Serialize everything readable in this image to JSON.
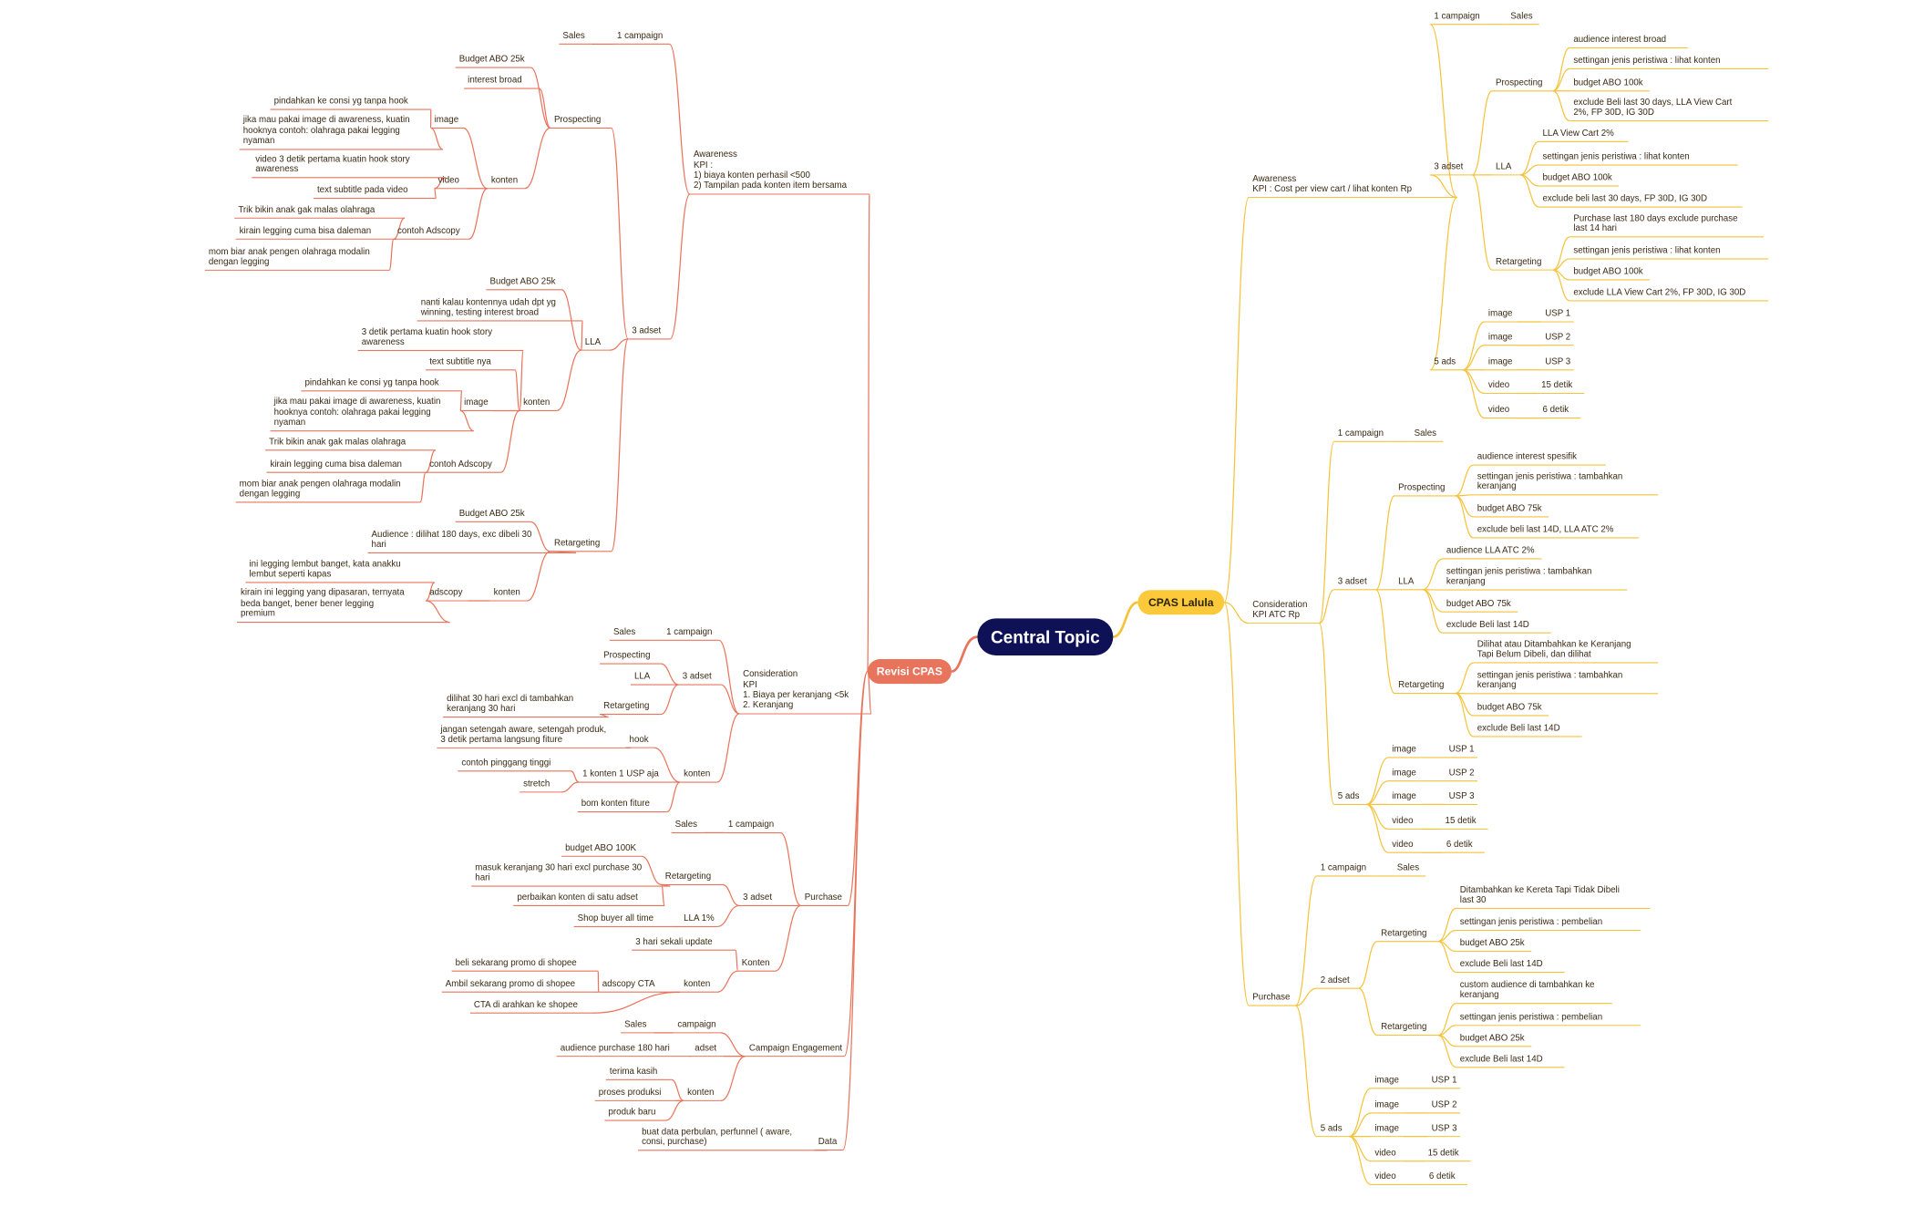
{
  "central": "Central Topic",
  "left_title": "Revisi CPAS",
  "right_title": "CPAS Lalula",
  "colors": {
    "left": "#e8745c",
    "right": "#f5c23a",
    "central": "#0f1157"
  },
  "left_nodes": [
    {
      "id": "L_aw",
      "text": "Awareness\nKPI :\n1) biaya konten perhasil <500\n2) Tampilan pada konten item bersama",
      "parent": "root"
    },
    {
      "id": "L_aw_c",
      "text": "1 campaign",
      "parent": "L_aw"
    },
    {
      "id": "L_aw_c_s",
      "text": "Sales",
      "parent": "L_aw_c"
    },
    {
      "id": "L_aw_a",
      "text": "3 adset",
      "parent": "L_aw"
    },
    {
      "id": "L_p",
      "text": "Prospecting",
      "parent": "L_aw_a"
    },
    {
      "id": "L_p_b",
      "text": "Budget ABO 25k",
      "parent": "L_p"
    },
    {
      "id": "L_p_i",
      "text": "interest broad",
      "parent": "L_p"
    },
    {
      "id": "L_p_k",
      "text": "konten",
      "parent": "L_p"
    },
    {
      "id": "L_p_k_img",
      "text": "image",
      "parent": "L_p_k"
    },
    {
      "id": "L_p_k_img_1",
      "text": "pindahkan ke consi yg tanpa hook",
      "parent": "L_p_k_img"
    },
    {
      "id": "L_p_k_img_2",
      "text": "jika mau pakai image di awareness, kuatin\nhooknya contoh: olahraga pakai legging\nnyaman",
      "parent": "L_p_k_img"
    },
    {
      "id": "L_p_k_vid",
      "text": "video",
      "parent": "L_p_k"
    },
    {
      "id": "L_p_k_vid_1",
      "text": "video 3 detik pertama kuatin hook story\nawareness",
      "parent": "L_p_k_vid"
    },
    {
      "id": "L_p_k_vid_2",
      "text": "text subtitle pada video",
      "parent": "L_p_k_vid"
    },
    {
      "id": "L_p_k_ac",
      "text": "contoh Adscopy",
      "parent": "L_p_k"
    },
    {
      "id": "L_p_k_ac_1",
      "text": "Trik bikin anak gak malas olahraga",
      "parent": "L_p_k_ac"
    },
    {
      "id": "L_p_k_ac_2",
      "text": "kirain legging cuma bisa daleman",
      "parent": "L_p_k_ac"
    },
    {
      "id": "L_p_k_ac_3",
      "text": "mom biar anak pengen olahraga modalin\ndengan legging",
      "parent": "L_p_k_ac"
    },
    {
      "id": "L_l",
      "text": "LLA",
      "parent": "L_aw_a"
    },
    {
      "id": "L_l_b",
      "text": "Budget ABO 25k",
      "parent": "L_l"
    },
    {
      "id": "L_l_n",
      "text": "nanti kalau kontennya udah dpt yg\nwinning, testing interest broad",
      "parent": "L_l"
    },
    {
      "id": "L_l_k",
      "text": "konten",
      "parent": "L_l"
    },
    {
      "id": "L_l_k_1",
      "text": "3 detik pertama kuatin hook story\nawareness",
      "parent": "L_l_k"
    },
    {
      "id": "L_l_k_2",
      "text": "text subtitle nya",
      "parent": "L_l_k"
    },
    {
      "id": "L_l_k_img",
      "text": "image",
      "parent": "L_l_k"
    },
    {
      "id": "L_l_k_img_1",
      "text": "pindahkan ke consi yg tanpa hook",
      "parent": "L_l_k_img"
    },
    {
      "id": "L_l_k_img_2",
      "text": "jika mau pakai image di awareness, kuatin\nhooknya contoh: olahraga pakai legging\nnyaman",
      "parent": "L_l_k_img"
    },
    {
      "id": "L_l_k_ac",
      "text": "contoh Adscopy",
      "parent": "L_l_k"
    },
    {
      "id": "L_l_k_ac_1",
      "text": "Trik bikin anak gak malas olahraga",
      "parent": "L_l_k_ac"
    },
    {
      "id": "L_l_k_ac_2",
      "text": "kirain legging cuma bisa daleman",
      "parent": "L_l_k_ac"
    },
    {
      "id": "L_l_k_ac_3",
      "text": "mom biar anak pengen olahraga modalin\ndengan legging",
      "parent": "L_l_k_ac"
    },
    {
      "id": "L_r",
      "text": "Retargeting",
      "parent": "L_aw_a"
    },
    {
      "id": "L_r_b",
      "text": "Budget ABO 25k",
      "parent": "L_r"
    },
    {
      "id": "L_r_a",
      "text": "Audience : dilihat 180 days, exc dibeli 30\nhari",
      "parent": "L_r"
    },
    {
      "id": "L_r_k",
      "text": "konten",
      "parent": "L_r"
    },
    {
      "id": "L_r_k_ad",
      "text": "adscopy",
      "parent": "L_r_k"
    },
    {
      "id": "L_r_k_ad_1",
      "text": "ini legging lembut banget, kata anakku\nlembut seperti kapas",
      "parent": "L_r_k_ad"
    },
    {
      "id": "L_r_k_ad_2",
      "text": "kirain ini legging yang dipasaran, ternyata\nbeda banget, bener bener legging\npremium",
      "parent": "L_r_k_ad"
    },
    {
      "id": "L_cons",
      "text": "Consideration\nKPI\n1. Biaya per keranjang <5k\n2. Keranjang",
      "parent": "root"
    },
    {
      "id": "L_cons_c",
      "text": "1 campaign",
      "parent": "L_cons"
    },
    {
      "id": "L_cons_c_s",
      "text": "Sales",
      "parent": "L_cons_c"
    },
    {
      "id": "L_cons_a",
      "text": "3 adset",
      "parent": "L_cons"
    },
    {
      "id": "L_cons_a_1",
      "text": "Prospecting",
      "parent": "L_cons_a"
    },
    {
      "id": "L_cons_a_2",
      "text": "LLA",
      "parent": "L_cons_a"
    },
    {
      "id": "L_cons_a_3",
      "text": "Retargeting",
      "parent": "L_cons_a"
    },
    {
      "id": "L_cons_a_3_1",
      "text": "dilihat 30 hari excl di tambahkan\nkeranjang 30 hari",
      "parent": "L_cons_a_3"
    },
    {
      "id": "L_cons_k",
      "text": "konten",
      "parent": "L_cons"
    },
    {
      "id": "L_cons_k_h",
      "text": "hook",
      "parent": "L_cons_k"
    },
    {
      "id": "L_cons_k_h_1",
      "text": "jangan setengah aware, setengah produk,\n3 detik pertama langsung fiture",
      "parent": "L_cons_k_h"
    },
    {
      "id": "L_cons_k_u",
      "text": "1 konten 1 USP aja",
      "parent": "L_cons_k"
    },
    {
      "id": "L_cons_k_u_1",
      "text": "contoh pinggang tinggi",
      "parent": "L_cons_k_u"
    },
    {
      "id": "L_cons_k_u_2",
      "text": "stretch",
      "parent": "L_cons_k_u"
    },
    {
      "id": "L_cons_k_b",
      "text": "bom konten fiture",
      "parent": "L_cons_k"
    },
    {
      "id": "L_pur",
      "text": "Purchase",
      "parent": "root"
    },
    {
      "id": "L_pur_c",
      "text": "1 campaign",
      "parent": "L_pur"
    },
    {
      "id": "L_pur_c_s",
      "text": "Sales",
      "parent": "L_pur_c"
    },
    {
      "id": "L_pur_a",
      "text": "3 adset",
      "parent": "L_pur"
    },
    {
      "id": "L_pur_r",
      "text": "Retargeting",
      "parent": "L_pur_a"
    },
    {
      "id": "L_pur_r_1",
      "text": "budget ABO 100K",
      "parent": "L_pur_r"
    },
    {
      "id": "L_pur_r_2",
      "text": "masuk keranjang 30 hari excl purchase 30\nhari",
      "parent": "L_pur_r"
    },
    {
      "id": "L_pur_r_3",
      "text": "perbaikan konten di satu adset",
      "parent": "L_pur_r"
    },
    {
      "id": "L_pur_l",
      "text": "LLA 1%",
      "parent": "L_pur_a"
    },
    {
      "id": "L_pur_l_1",
      "text": "Shop buyer all time",
      "parent": "L_pur_l"
    },
    {
      "id": "L_pur_k",
      "text": "Konten",
      "parent": "L_pur"
    },
    {
      "id": "L_pur_k_1",
      "text": "3 hari sekali update",
      "parent": "L_pur_k"
    },
    {
      "id": "L_pur_k_k",
      "text": "konten",
      "parent": "L_pur_k"
    },
    {
      "id": "L_pur_k_k_a",
      "text": "adscopy CTA",
      "parent": "L_pur_k_k"
    },
    {
      "id": "L_pur_k_k_a_1",
      "text": "beli sekarang promo di shopee",
      "parent": "L_pur_k_k_a"
    },
    {
      "id": "L_pur_k_k_a_2",
      "text": "Ambil sekarang promo di shopee",
      "parent": "L_pur_k_k_a"
    },
    {
      "id": "L_pur_k_k_3",
      "text": "CTA di arahkan ke shopee",
      "parent": "L_pur_k_k"
    },
    {
      "id": "L_ce",
      "text": "Campaign Engagement",
      "parent": "root"
    },
    {
      "id": "L_ce_c",
      "text": "campaign",
      "parent": "L_ce"
    },
    {
      "id": "L_ce_c_s",
      "text": "Sales",
      "parent": "L_ce_c"
    },
    {
      "id": "L_ce_a",
      "text": "adset",
      "parent": "L_ce"
    },
    {
      "id": "L_ce_a_1",
      "text": "audience purchase 180 hari",
      "parent": "L_ce_a"
    },
    {
      "id": "L_ce_k",
      "text": "konten",
      "parent": "L_ce"
    },
    {
      "id": "L_ce_k_1",
      "text": "terima kasih",
      "parent": "L_ce_k"
    },
    {
      "id": "L_ce_k_2",
      "text": "proses produksi",
      "parent": "L_ce_k"
    },
    {
      "id": "L_ce_k_3",
      "text": "produk baru",
      "parent": "L_ce_k"
    },
    {
      "id": "L_data",
      "text": "Data",
      "parent": "root"
    },
    {
      "id": "L_data_1",
      "text": "buat data perbulan, perfunnel ( aware,\nconsi, purchase)",
      "parent": "L_data"
    }
  ],
  "right_nodes": [
    {
      "id": "R_aw",
      "text": "Awareness\nKPI : Cost per view cart / lihat konten Rp",
      "parent": "root"
    },
    {
      "id": "R_aw_c",
      "text": "1 campaign",
      "parent": "R_aw"
    },
    {
      "id": "R_aw_c_s",
      "text": "Sales",
      "parent": "R_aw_c"
    },
    {
      "id": "R_aw_a",
      "text": "3 adset",
      "parent": "R_aw"
    },
    {
      "id": "R_aw_p",
      "text": "Prospecting",
      "parent": "R_aw_a"
    },
    {
      "id": "R_aw_p_1",
      "text": "audience interest broad",
      "parent": "R_aw_p"
    },
    {
      "id": "R_aw_p_2",
      "text": "settingan jenis peristiwa : lihat konten",
      "parent": "R_aw_p"
    },
    {
      "id": "R_aw_p_3",
      "text": "budget ABO 100k",
      "parent": "R_aw_p"
    },
    {
      "id": "R_aw_p_4",
      "text": "exclude Beli last 30 days, LLA View Cart\n2%, FP 30D, IG 30D",
      "parent": "R_aw_p"
    },
    {
      "id": "R_aw_l",
      "text": "LLA",
      "parent": "R_aw_a"
    },
    {
      "id": "R_aw_l_1",
      "text": "LLA  View Cart 2%",
      "parent": "R_aw_l"
    },
    {
      "id": "R_aw_l_2",
      "text": "settingan jenis peristiwa : lihat konten",
      "parent": "R_aw_l"
    },
    {
      "id": "R_aw_l_3",
      "text": "budget ABO 100k",
      "parent": "R_aw_l"
    },
    {
      "id": "R_aw_l_4",
      "text": "exclude beli last 30 days, FP 30D, IG 30D",
      "parent": "R_aw_l"
    },
    {
      "id": "R_aw_r",
      "text": "Retargeting",
      "parent": "R_aw_a"
    },
    {
      "id": "R_aw_r_1",
      "text": "Purchase last 180 days exclude purchase\nlast 14 hari",
      "parent": "R_aw_r"
    },
    {
      "id": "R_aw_r_2",
      "text": "settingan jenis peristiwa : lihat konten",
      "parent": "R_aw_r"
    },
    {
      "id": "R_aw_r_3",
      "text": "budget ABO 100k",
      "parent": "R_aw_r"
    },
    {
      "id": "R_aw_r_4",
      "text": "exclude LLA View Cart 2%, FP 30D, IG 30D",
      "parent": "R_aw_r"
    },
    {
      "id": "R_aw_ads",
      "text": "5 ads",
      "parent": "R_aw"
    },
    {
      "id": "R_aw_ads_1",
      "text": "image",
      "parent": "R_aw_ads"
    },
    {
      "id": "R_aw_ads_1_v",
      "text": "USP 1",
      "parent": "R_aw_ads_1"
    },
    {
      "id": "R_aw_ads_2",
      "text": "image",
      "parent": "R_aw_ads"
    },
    {
      "id": "R_aw_ads_2_v",
      "text": "USP 2",
      "parent": "R_aw_ads_2"
    },
    {
      "id": "R_aw_ads_3",
      "text": "image",
      "parent": "R_aw_ads"
    },
    {
      "id": "R_aw_ads_3_v",
      "text": "USP 3",
      "parent": "R_aw_ads_3"
    },
    {
      "id": "R_aw_ads_4",
      "text": "video",
      "parent": "R_aw_ads"
    },
    {
      "id": "R_aw_ads_4_v",
      "text": "15 detik",
      "parent": "R_aw_ads_4"
    },
    {
      "id": "R_aw_ads_5",
      "text": "video",
      "parent": "R_aw_ads"
    },
    {
      "id": "R_aw_ads_5_v",
      "text": "6 detik",
      "parent": "R_aw_ads_5"
    },
    {
      "id": "R_co",
      "text": "Consideration\nKPI ATC Rp",
      "parent": "root"
    },
    {
      "id": "R_co_c",
      "text": "1 campaign",
      "parent": "R_co"
    },
    {
      "id": "R_co_c_s",
      "text": "Sales",
      "parent": "R_co_c"
    },
    {
      "id": "R_co_a",
      "text": "3 adset",
      "parent": "R_co"
    },
    {
      "id": "R_co_p",
      "text": "Prospecting",
      "parent": "R_co_a"
    },
    {
      "id": "R_co_p_1",
      "text": "audience interest spesifik",
      "parent": "R_co_p"
    },
    {
      "id": "R_co_p_2",
      "text": "settingan jenis peristiwa : tambahkan\nkeranjang",
      "parent": "R_co_p"
    },
    {
      "id": "R_co_p_3",
      "text": "budget ABO 75k",
      "parent": "R_co_p"
    },
    {
      "id": "R_co_p_4",
      "text": "exclude beli last 14D, LLA ATC 2%",
      "parent": "R_co_p"
    },
    {
      "id": "R_co_l",
      "text": "LLA",
      "parent": "R_co_a"
    },
    {
      "id": "R_co_l_1",
      "text": "audience LLA ATC 2%",
      "parent": "R_co_l"
    },
    {
      "id": "R_co_l_2",
      "text": "settingan jenis peristiwa : tambahkan\nkeranjang",
      "parent": "R_co_l"
    },
    {
      "id": "R_co_l_3",
      "text": "budget ABO 75k",
      "parent": "R_co_l"
    },
    {
      "id": "R_co_l_4",
      "text": "exclude Beli last 14D",
      "parent": "R_co_l"
    },
    {
      "id": "R_co_r",
      "text": "Retargeting",
      "parent": "R_co_a"
    },
    {
      "id": "R_co_r_1",
      "text": "Dilihat atau Ditambahkan ke Keranjang\nTapi Belum Dibeli, dan dilihat",
      "parent": "R_co_r"
    },
    {
      "id": "R_co_r_2",
      "text": "settingan jenis peristiwa : tambahkan\nkeranjang",
      "parent": "R_co_r"
    },
    {
      "id": "R_co_r_3",
      "text": "budget ABO 75k",
      "parent": "R_co_r"
    },
    {
      "id": "R_co_r_4",
      "text": "exclude Beli last 14D",
      "parent": "R_co_r"
    },
    {
      "id": "R_co_ads",
      "text": "5 ads",
      "parent": "R_co"
    },
    {
      "id": "R_co_ads_1",
      "text": "image",
      "parent": "R_co_ads"
    },
    {
      "id": "R_co_ads_1_v",
      "text": "USP 1",
      "parent": "R_co_ads_1"
    },
    {
      "id": "R_co_ads_2",
      "text": "image",
      "parent": "R_co_ads"
    },
    {
      "id": "R_co_ads_2_v",
      "text": "USP 2",
      "parent": "R_co_ads_2"
    },
    {
      "id": "R_co_ads_3",
      "text": "image",
      "parent": "R_co_ads"
    },
    {
      "id": "R_co_ads_3_v",
      "text": "USP 3",
      "parent": "R_co_ads_3"
    },
    {
      "id": "R_co_ads_4",
      "text": "video",
      "parent": "R_co_ads"
    },
    {
      "id": "R_co_ads_4_v",
      "text": "15 detik",
      "parent": "R_co_ads_4"
    },
    {
      "id": "R_co_ads_5",
      "text": "video",
      "parent": "R_co_ads"
    },
    {
      "id": "R_co_ads_5_v",
      "text": "6 detik",
      "parent": "R_co_ads_5"
    },
    {
      "id": "R_pu",
      "text": "Purchase",
      "parent": "root"
    },
    {
      "id": "R_pu_c",
      "text": "1 campaign",
      "parent": "R_pu"
    },
    {
      "id": "R_pu_c_s",
      "text": "Sales",
      "parent": "R_pu_c"
    },
    {
      "id": "R_pu_a",
      "text": "2 adset",
      "parent": "R_pu"
    },
    {
      "id": "R_pu_r1",
      "text": "Retargeting",
      "parent": "R_pu_a"
    },
    {
      "id": "R_pu_r1_1",
      "text": "Ditambahkan ke Kereta Tapi Tidak Dibeli\nlast 30",
      "parent": "R_pu_r1"
    },
    {
      "id": "R_pu_r1_2",
      "text": "settingan jenis peristiwa : pembelian",
      "parent": "R_pu_r1"
    },
    {
      "id": "R_pu_r1_3",
      "text": "budget ABO 25k",
      "parent": "R_pu_r1"
    },
    {
      "id": "R_pu_r1_4",
      "text": "exclude Beli last 14D",
      "parent": "R_pu_r1"
    },
    {
      "id": "R_pu_r2",
      "text": "Retargeting",
      "parent": "R_pu_a"
    },
    {
      "id": "R_pu_r2_1",
      "text": "custom audience di tambahkan ke\nkeranjang",
      "parent": "R_pu_r2"
    },
    {
      "id": "R_pu_r2_2",
      "text": "settingan jenis peristiwa : pembelian",
      "parent": "R_pu_r2"
    },
    {
      "id": "R_pu_r2_3",
      "text": "budget ABO 25k",
      "parent": "R_pu_r2"
    },
    {
      "id": "R_pu_r2_4",
      "text": "exclude Beli last 14D",
      "parent": "R_pu_r2"
    },
    {
      "id": "R_pu_ads",
      "text": "5 ads",
      "parent": "R_pu"
    },
    {
      "id": "R_pu_ads_1",
      "text": "image",
      "parent": "R_pu_ads"
    },
    {
      "id": "R_pu_ads_1_v",
      "text": "USP 1",
      "parent": "R_pu_ads_1"
    },
    {
      "id": "R_pu_ads_2",
      "text": "image",
      "parent": "R_pu_ads"
    },
    {
      "id": "R_pu_ads_2_v",
      "text": "USP 2",
      "parent": "R_pu_ads_2"
    },
    {
      "id": "R_pu_ads_3",
      "text": "image",
      "parent": "R_pu_ads"
    },
    {
      "id": "R_pu_ads_3_v",
      "text": "USP 3",
      "parent": "R_pu_ads_3"
    },
    {
      "id": "R_pu_ads_4",
      "text": "video",
      "parent": "R_pu_ads"
    },
    {
      "id": "R_pu_ads_4_v",
      "text": "15 detik",
      "parent": "R_pu_ads_4"
    },
    {
      "id": "R_pu_ads_5",
      "text": "video",
      "parent": "R_pu_ads"
    },
    {
      "id": "R_pu_ads_5_v",
      "text": "6 detik",
      "parent": "R_pu_ads_5"
    }
  ]
}
